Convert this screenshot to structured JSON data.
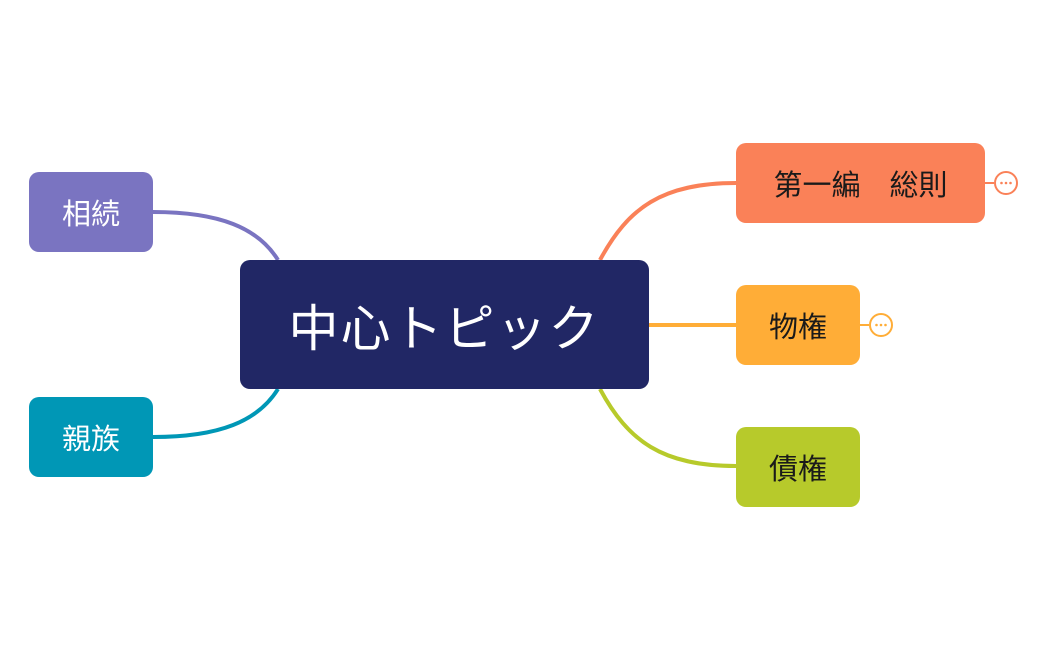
{
  "mindmap": {
    "central": {
      "label": "中心トピック",
      "color": "#212765",
      "text_color": "#ffffff"
    },
    "left_topics": [
      {
        "id": "sozoku",
        "label": "相続",
        "color": "#7a74c1",
        "text_color": "#ffffff"
      },
      {
        "id": "shinzoku",
        "label": "親族",
        "color": "#0097b6",
        "text_color": "#ffffff"
      }
    ],
    "right_topics": [
      {
        "id": "sosoku",
        "label": "第一編　総則",
        "color": "#fa8158",
        "text_color": "#1a1a1a",
        "collapsed": true
      },
      {
        "id": "bukken",
        "label": "物権",
        "color": "#ffad37",
        "text_color": "#1a1a1a",
        "collapsed": true
      },
      {
        "id": "saiken",
        "label": "債権",
        "color": "#b7ca2b",
        "text_color": "#1a1a1a",
        "collapsed": false
      }
    ],
    "collapse_icon": "ellipsis-icon"
  }
}
